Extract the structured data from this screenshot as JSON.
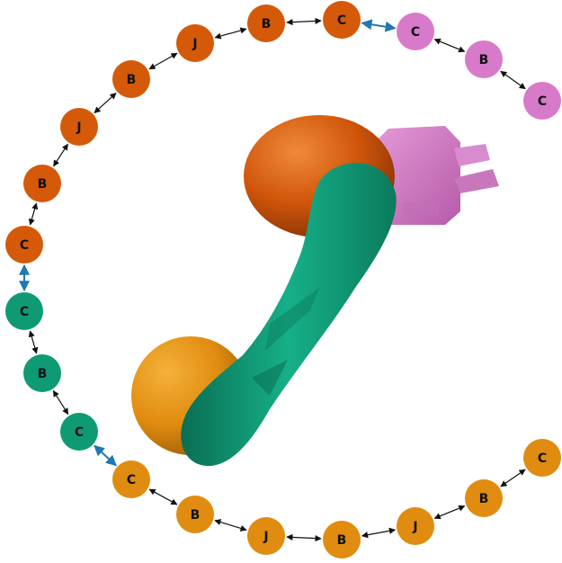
{
  "colors": {
    "dark_orange": "#d45a0a",
    "light_orange": "#e08c10",
    "green": "#0f9a74",
    "pink": "#d77ac9",
    "black_connector": "#111111",
    "blue_connector": "#1f77b4"
  },
  "chain": [
    {
      "label": "C",
      "color": "pink"
    },
    {
      "label": "B",
      "color": "pink"
    },
    {
      "label": "C",
      "color": "pink"
    },
    {
      "label": "C",
      "color": "dark_orange"
    },
    {
      "label": "B",
      "color": "dark_orange"
    },
    {
      "label": "J",
      "color": "dark_orange"
    },
    {
      "label": "B",
      "color": "dark_orange"
    },
    {
      "label": "J",
      "color": "dark_orange"
    },
    {
      "label": "B",
      "color": "dark_orange"
    },
    {
      "label": "C",
      "color": "dark_orange"
    },
    {
      "label": "C",
      "color": "green"
    },
    {
      "label": "B",
      "color": "green"
    },
    {
      "label": "C",
      "color": "green"
    },
    {
      "label": "C",
      "color": "light_orange"
    },
    {
      "label": "B",
      "color": "light_orange"
    },
    {
      "label": "J",
      "color": "light_orange"
    },
    {
      "label": "B",
      "color": "light_orange"
    },
    {
      "label": "J",
      "color": "light_orange"
    },
    {
      "label": "B",
      "color": "light_orange"
    },
    {
      "label": "C",
      "color": "light_orange"
    }
  ],
  "links": [
    {
      "from": 0,
      "to": 1,
      "kind": "black"
    },
    {
      "from": 1,
      "to": 2,
      "kind": "black"
    },
    {
      "from": 0,
      "to": 3,
      "kind": "blue"
    },
    {
      "from": 3,
      "to": 4,
      "kind": "black"
    },
    {
      "from": 4,
      "to": 5,
      "kind": "black"
    },
    {
      "from": 5,
      "to": 6,
      "kind": "black"
    },
    {
      "from": 6,
      "to": 7,
      "kind": "black"
    },
    {
      "from": 7,
      "to": 8,
      "kind": "black"
    },
    {
      "from": 8,
      "to": 9,
      "kind": "black"
    },
    {
      "from": 9,
      "to": 10,
      "kind": "blue"
    },
    {
      "from": 10,
      "to": 11,
      "kind": "black"
    },
    {
      "from": 11,
      "to": 12,
      "kind": "black"
    },
    {
      "from": 12,
      "to": 13,
      "kind": "blue"
    },
    {
      "from": 13,
      "to": 14,
      "kind": "black"
    },
    {
      "from": 14,
      "to": 15,
      "kind": "black"
    },
    {
      "from": 15,
      "to": 16,
      "kind": "black"
    },
    {
      "from": 16,
      "to": 17,
      "kind": "black"
    },
    {
      "from": 17,
      "to": 18,
      "kind": "black"
    },
    {
      "from": 18,
      "to": 19,
      "kind": "black"
    }
  ]
}
